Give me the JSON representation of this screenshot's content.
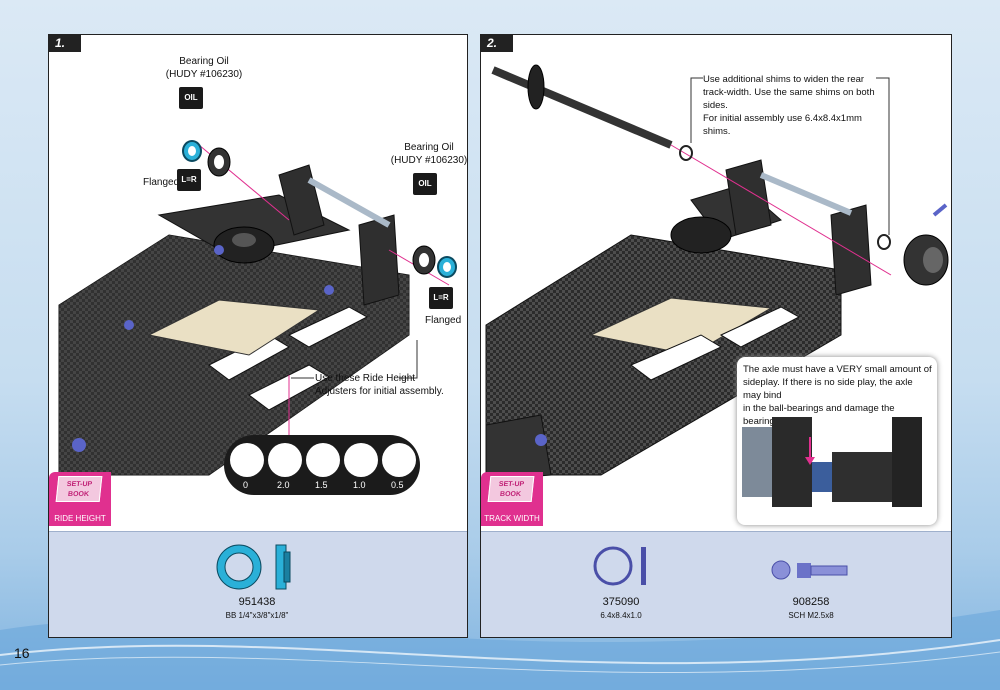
{
  "page_number": "16",
  "step1": {
    "number": "1.",
    "bearing_oil_top": [
      "Bearing Oil",
      "(HUDY #106230)"
    ],
    "bearing_oil_right": [
      "Bearing Oil",
      "(HUDY #106230)"
    ],
    "oil_icon": "OIL",
    "flanged_left": "Flanged",
    "flanged_right": "Flanged",
    "lr_icon": "L=R",
    "ride_height_note": [
      "Use these  Ride Height",
      "Adjusters for initial assembly."
    ],
    "adjuster_values": [
      "0",
      "2.0",
      "1.5",
      "1.0",
      "0.5"
    ],
    "badge_book": [
      "SET-UP",
      "BOOK"
    ],
    "badge_label": "RIDE HEIGHT",
    "part": {
      "number": "951438",
      "desc": "BB 1/4\"x3/8\"x1/8\""
    }
  },
  "step2": {
    "number": "2.",
    "shim_note": [
      "Use  additional  shims  to  widen  the  rear",
      "track-width. Use the same shims on both sides.",
      "For initial assembly use 6.4x8.4x1mm shims."
    ],
    "axle_note": [
      "The  axle  must  have  a  VERY  small  amount  of",
      "sideplay. If there is no side play, the axle may bind",
      "in the ball-bearings and damage the bearings."
    ],
    "badge_book": [
      "SET-UP",
      "BOOK"
    ],
    "badge_label": "TRACK WIDTH",
    "parts": [
      {
        "number": "375090",
        "desc": "6.4x8.4x1.0"
      },
      {
        "number": "908258",
        "desc": "SCH M2.5x8"
      }
    ]
  },
  "colors": {
    "accent": "#e0308f",
    "bearing": "#2ab0d8",
    "panel_bar": "#cfd9ec"
  }
}
